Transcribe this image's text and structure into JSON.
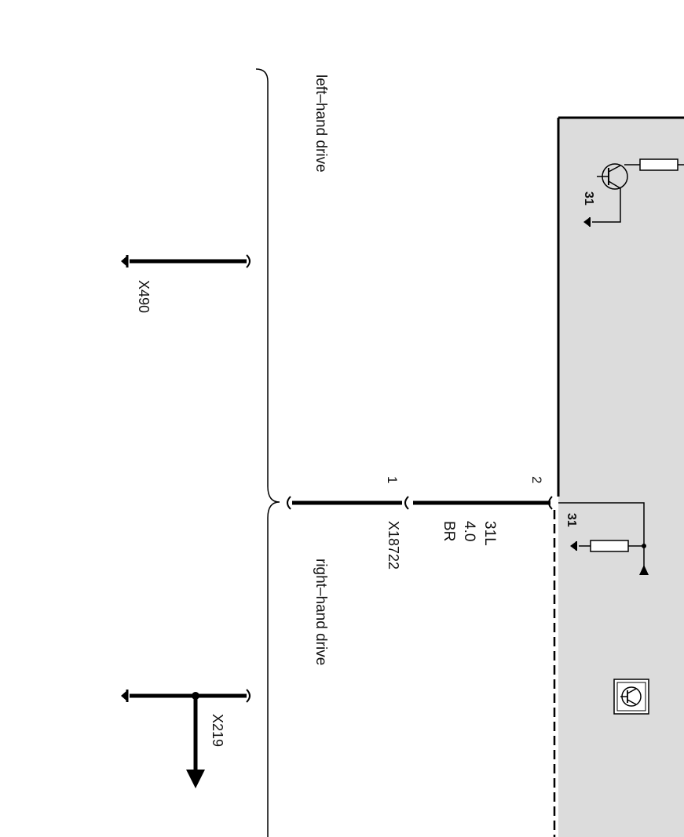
{
  "colors": {
    "line": "#000000",
    "module_fill": "#dcdcdc",
    "component_fill": "#ffffff",
    "background": "#ffffff"
  },
  "regions": {
    "left_hand_drive": "left–hand drive",
    "right_hand_drive": "right–hand drive"
  },
  "connectors": {
    "x490": "X490",
    "x18722": "X18722",
    "x219": "X219"
  },
  "pins": {
    "pin1": "1",
    "pin2": "2"
  },
  "wire": {
    "terminal": "31L",
    "gauge": "4.0",
    "color": "BR"
  },
  "module": {
    "ground_label_top": "31",
    "ground_label_bottom": "31",
    "symbol_icon": "transistor-symbol-icon"
  }
}
